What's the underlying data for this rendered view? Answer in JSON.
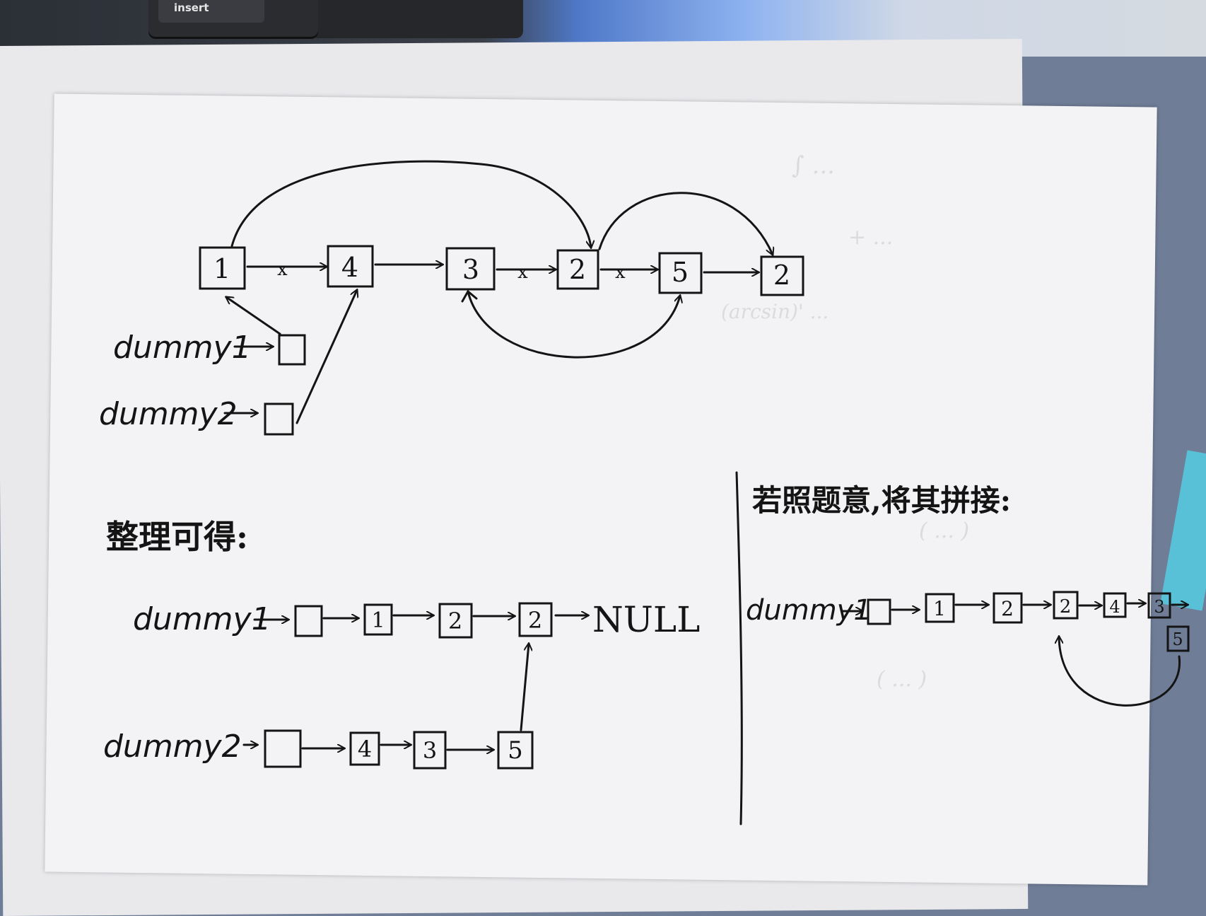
{
  "keyboard_key": "insert",
  "top_diagram": {
    "nodes": [
      "1",
      "4",
      "3",
      "2",
      "5",
      "2"
    ],
    "crossed_marks": [
      "x",
      "x",
      "x"
    ],
    "dummy1_label": "dummy1",
    "dummy2_label": "dummy2"
  },
  "bottom_left": {
    "heading": "整理可得:",
    "row1_label": "dummy1",
    "row1_nodes": [
      "",
      "1",
      "2",
      "2"
    ],
    "row1_end": "NULL",
    "row2_label": "dummy2",
    "row2_nodes": [
      "",
      "4",
      "3",
      "5"
    ]
  },
  "bottom_right": {
    "heading": "若照题意,将其拼接:",
    "label": "dummy1",
    "nodes": [
      "",
      "1",
      "2",
      "2",
      "4",
      "3",
      "5"
    ]
  },
  "colors": {
    "ink": "#141414",
    "paper": "#f3f3f5",
    "desk": "#6f7d97"
  }
}
